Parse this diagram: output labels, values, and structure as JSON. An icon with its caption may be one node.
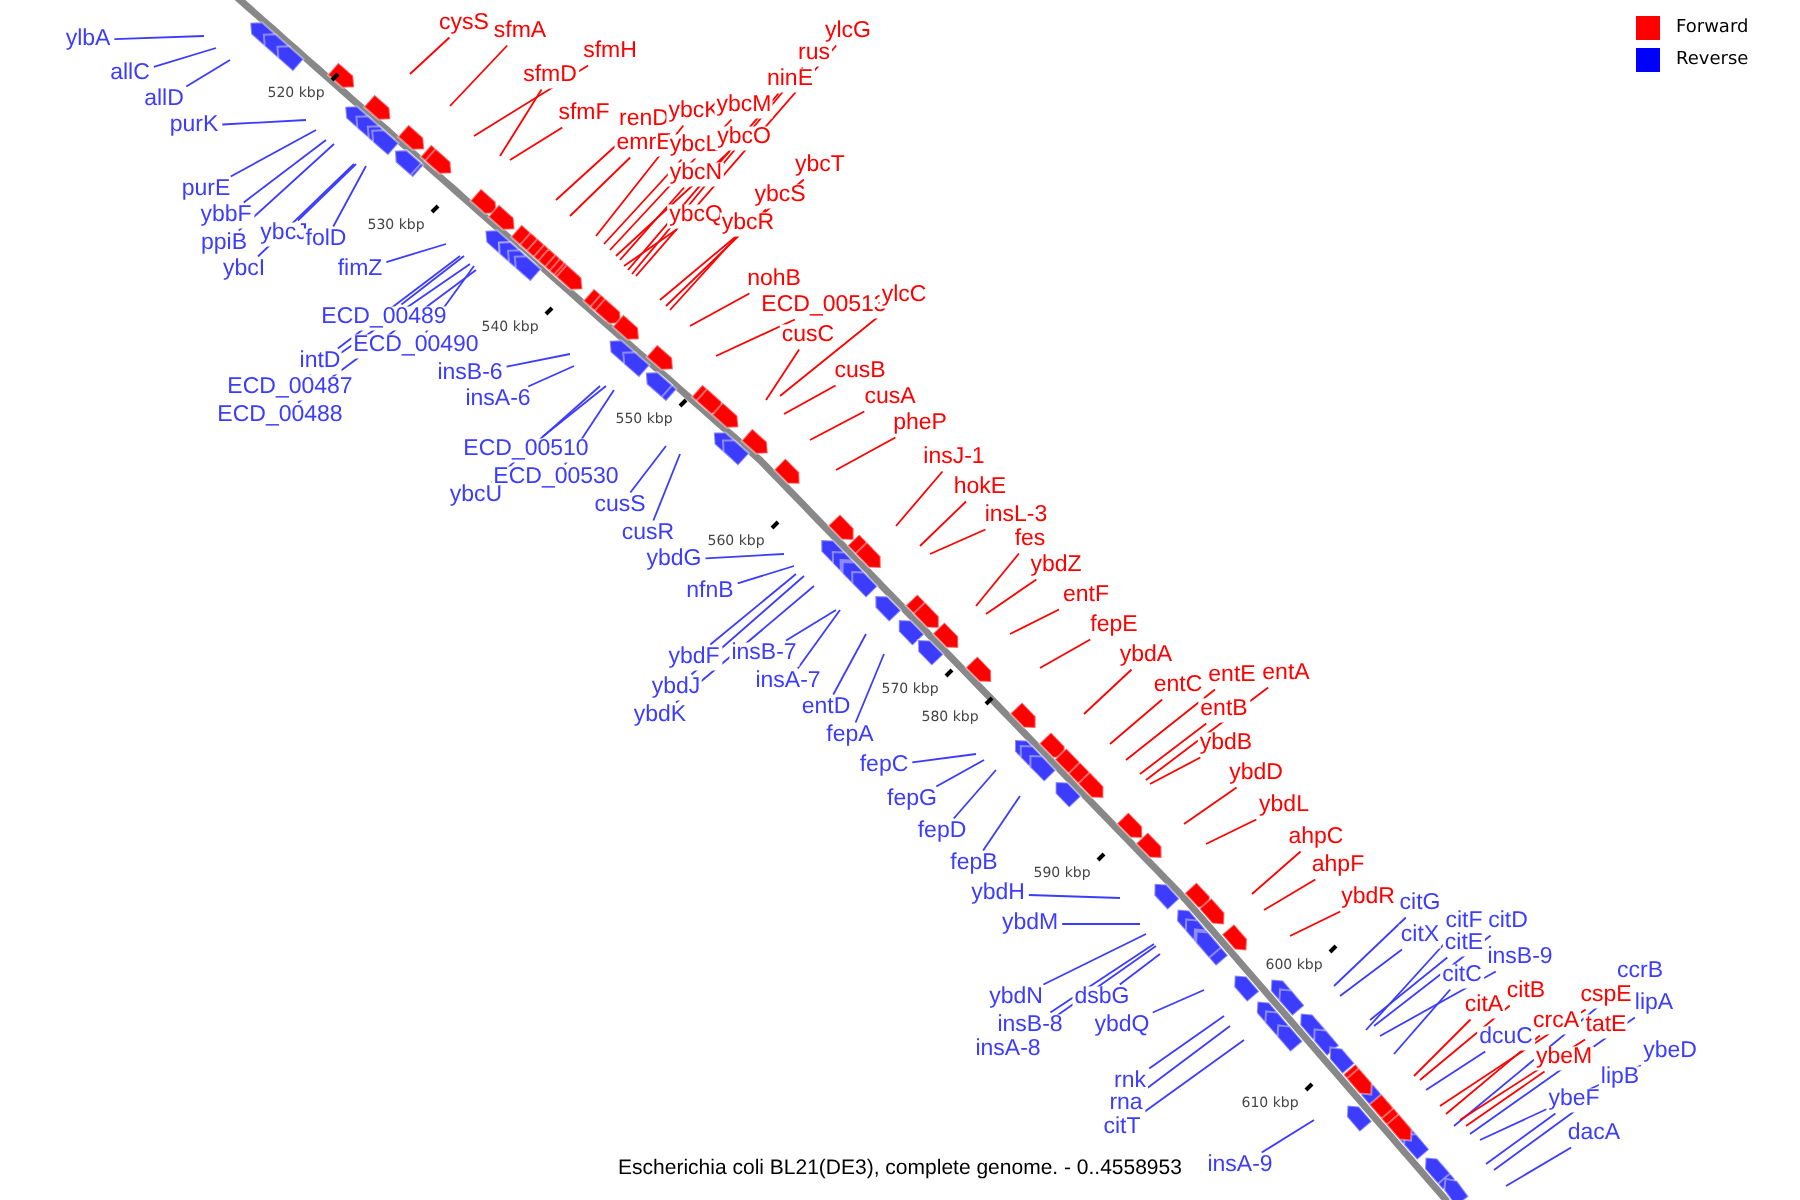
{
  "diagram": {
    "caption": "Escherichia coli BL21(DE3), complete genome. - 0..4558953",
    "nodes": [
      {
        "text": [
          "ylbA"
        ]
      },
      {
        "text": [
          "allC"
        ]
      },
      {
        "text": [
          "allD"
        ]
      },
      {
        "text": [
          "purK"
        ]
      },
      {
        "text": [
          "purE"
        ]
      },
      {
        "text": [
          "ybbF"
        ]
      },
      {
        "text": [
          "ppiB"
        ]
      },
      {
        "text": [
          "ybcJ"
        ]
      },
      {
        "text": [
          "folD"
        ]
      },
      {
        "text": [
          "ybcI"
        ]
      },
      {
        "text": [
          "fimZ"
        ]
      },
      {
        "text": [
          "ECD_00489"
        ]
      },
      {
        "text": [
          "ECD_00490"
        ]
      },
      {
        "text": [
          "intD"
        ]
      },
      {
        "text": [
          "ECD_00487"
        ]
      },
      {
        "text": [
          "ECD_00488"
        ]
      },
      {
        "text": [
          "insB-6"
        ]
      },
      {
        "text": [
          "insA-6"
        ]
      },
      {
        "text": [
          "ECD_00510"
        ]
      },
      {
        "text": [
          "ECD_00530"
        ]
      },
      {
        "text": [
          "ybcU"
        ]
      },
      {
        "text": [
          "cusS"
        ]
      },
      {
        "text": [
          "cusR"
        ]
      },
      {
        "text": [
          "ybdG"
        ]
      },
      {
        "text": [
          "nfnB"
        ]
      },
      {
        "text": [
          "ybdF"
        ]
      },
      {
        "text": [
          "insB-7"
        ]
      },
      {
        "text": [
          "ybdJ"
        ]
      },
      {
        "text": [
          "insA-7"
        ]
      },
      {
        "text": [
          "entD"
        ]
      },
      {
        "text": [
          "ybdK"
        ]
      },
      {
        "text": [
          "fepA"
        ]
      },
      {
        "text": [
          "fepC"
        ]
      },
      {
        "text": [
          "fepG"
        ]
      },
      {
        "text": [
          "fepD"
        ]
      },
      {
        "text": [
          "fepB"
        ]
      },
      {
        "text": [
          "ybdH"
        ]
      },
      {
        "text": [
          "ybdM"
        ]
      },
      {
        "text": [
          "ybdN"
        ]
      },
      {
        "text": [
          "dsbG"
        ]
      },
      {
        "text": [
          "insB-8"
        ]
      },
      {
        "text": [
          "insA-8"
        ]
      },
      {
        "text": [
          "ybdQ"
        ]
      },
      {
        "text": [
          "rnk"
        ]
      },
      {
        "text": [
          "rna"
        ]
      },
      {
        "text": [
          "citT"
        ]
      },
      {
        "text": [
          "insA-9"
        ]
      },
      {
        "text": [
          "citG"
        ]
      },
      {
        "text": [
          "citX"
        ]
      },
      {
        "text": [
          "citF"
        ]
      },
      {
        "text": [
          "citD"
        ]
      },
      {
        "text": [
          "citE"
        ]
      },
      {
        "text": [
          "insB-9"
        ]
      },
      {
        "text": [
          "citC"
        ]
      },
      {
        "text": [
          "dcuC"
        ]
      },
      {
        "text": [
          "ccrB"
        ]
      },
      {
        "text": [
          "lipA"
        ]
      },
      {
        "text": [
          "ybeD"
        ]
      },
      {
        "text": [
          "lipB"
        ]
      },
      {
        "text": [
          "ybeF"
        ]
      },
      {
        "text": [
          "dacA"
        ]
      },
      {
        "text": [
          "cysS"
        ]
      },
      {
        "text": [
          "sfmA"
        ]
      },
      {
        "text": [
          "sfmH"
        ]
      },
      {
        "text": [
          "sfmD"
        ]
      },
      {
        "text": [
          "sfmF"
        ]
      },
      {
        "text": [
          "renD"
        ]
      },
      {
        "text": [
          "emrE"
        ]
      },
      {
        "text": [
          "ybcK"
        ]
      },
      {
        "text": [
          "ybcL"
        ]
      },
      {
        "text": [
          "ybcM"
        ]
      },
      {
        "text": [
          "ybcO"
        ]
      },
      {
        "text": [
          "ybcN"
        ]
      },
      {
        "text": [
          "ybcQ"
        ]
      },
      {
        "text": [
          "ninE"
        ]
      },
      {
        "text": [
          "rus"
        ]
      },
      {
        "text": [
          "ylcG"
        ]
      },
      {
        "text": [
          "ybcT"
        ]
      },
      {
        "text": [
          "ybcS"
        ]
      },
      {
        "text": [
          "ybcR"
        ]
      },
      {
        "text": [
          "nohB"
        ]
      },
      {
        "text": [
          "ECD_00513"
        ]
      },
      {
        "text": [
          "ylcC"
        ]
      },
      {
        "text": [
          "cusC"
        ]
      },
      {
        "text": [
          "cusB"
        ]
      },
      {
        "text": [
          "cusA"
        ]
      },
      {
        "text": [
          "pheP"
        ]
      },
      {
        "text": [
          "insJ-1"
        ]
      },
      {
        "text": [
          "hokE"
        ]
      },
      {
        "text": [
          "insL-3"
        ]
      },
      {
        "text": [
          "fes"
        ]
      },
      {
        "text": [
          "ybdZ"
        ]
      },
      {
        "text": [
          "entF"
        ]
      },
      {
        "text": [
          "fepE"
        ]
      },
      {
        "text": [
          "ybdA"
        ]
      },
      {
        "text": [
          "entC"
        ]
      },
      {
        "text": [
          "entE"
        ]
      },
      {
        "text": [
          "entA"
        ]
      },
      {
        "text": [
          "entB"
        ]
      },
      {
        "text": [
          "ybdB"
        ]
      },
      {
        "text": [
          "ybdD"
        ]
      },
      {
        "text": [
          "ybdL"
        ]
      },
      {
        "text": [
          "ahpC"
        ]
      },
      {
        "text": [
          "ahpF"
        ]
      },
      {
        "text": [
          "ybdR"
        ]
      },
      {
        "text": [
          "citA"
        ]
      },
      {
        "text": [
          "citB"
        ]
      },
      {
        "text": [
          "crcA"
        ]
      },
      {
        "text": [
          "cspE"
        ]
      },
      {
        "text": [
          "tatE"
        ]
      },
      {
        "text": [
          "ybeM"
        ]
      }
    ],
    "edges": [
      {
        "from": 0,
        "to": null,
        "arrow": "none"
      },
      {
        "from": 1,
        "to": null,
        "arrow": "none"
      },
      {
        "from": 2,
        "to": null,
        "arrow": "none"
      },
      {
        "from": 3,
        "to": null,
        "arrow": "none"
      },
      {
        "from": 4,
        "to": null,
        "arrow": "none"
      },
      {
        "from": 5,
        "to": null,
        "arrow": "none"
      },
      {
        "from": 6,
        "to": null,
        "arrow": "none"
      },
      {
        "from": 7,
        "to": null,
        "arrow": "none"
      },
      {
        "from": 8,
        "to": null,
        "arrow": "none"
      },
      {
        "from": 9,
        "to": null,
        "arrow": "none"
      },
      {
        "from": 10,
        "to": null,
        "arrow": "none"
      },
      {
        "from": 11,
        "to": null,
        "arrow": "none"
      },
      {
        "from": 12,
        "to": null,
        "arrow": "none"
      },
      {
        "from": 13,
        "to": null,
        "arrow": "none"
      },
      {
        "from": 14,
        "to": null,
        "arrow": "none"
      },
      {
        "from": 15,
        "to": null,
        "arrow": "none"
      },
      {
        "from": 16,
        "to": null,
        "arrow": "none"
      },
      {
        "from": 17,
        "to": null,
        "arrow": "none"
      },
      {
        "from": 18,
        "to": null,
        "arrow": "none"
      },
      {
        "from": 19,
        "to": null,
        "arrow": "none"
      },
      {
        "from": 20,
        "to": null,
        "arrow": "none"
      },
      {
        "from": 21,
        "to": null,
        "arrow": "none"
      },
      {
        "from": 22,
        "to": null,
        "arrow": "none"
      },
      {
        "from": 23,
        "to": null,
        "arrow": "none"
      },
      {
        "from": 24,
        "to": null,
        "arrow": "none"
      },
      {
        "from": 25,
        "to": null,
        "arrow": "none"
      },
      {
        "from": 26,
        "to": null,
        "arrow": "none"
      },
      {
        "from": 27,
        "to": null,
        "arrow": "none"
      },
      {
        "from": 28,
        "to": null,
        "arrow": "none"
      },
      {
        "from": 29,
        "to": null,
        "arrow": "none"
      },
      {
        "from": 30,
        "to": null,
        "arrow": "none"
      },
      {
        "from": 31,
        "to": null,
        "arrow": "none"
      },
      {
        "from": 32,
        "to": null,
        "arrow": "none"
      },
      {
        "from": 33,
        "to": null,
        "arrow": "none"
      },
      {
        "from": 34,
        "to": null,
        "arrow": "none"
      },
      {
        "from": 35,
        "to": null,
        "arrow": "none"
      },
      {
        "from": 36,
        "to": null,
        "arrow": "none"
      },
      {
        "from": 37,
        "to": null,
        "arrow": "none"
      },
      {
        "from": 38,
        "to": null,
        "arrow": "none"
      },
      {
        "from": 39,
        "to": null,
        "arrow": "none"
      },
      {
        "from": 40,
        "to": null,
        "arrow": "none"
      },
      {
        "from": 41,
        "to": null,
        "arrow": "none"
      },
      {
        "from": 42,
        "to": null,
        "arrow": "none"
      },
      {
        "from": 43,
        "to": null,
        "arrow": "none"
      },
      {
        "from": 44,
        "to": null,
        "arrow": "none"
      },
      {
        "from": 45,
        "to": null,
        "arrow": "none"
      },
      {
        "from": 46,
        "to": null,
        "arrow": "none"
      },
      {
        "from": 47,
        "to": null,
        "arrow": "none"
      },
      {
        "from": 48,
        "to": null,
        "arrow": "none"
      },
      {
        "from": 49,
        "to": null,
        "arrow": "none"
      },
      {
        "from": 50,
        "to": null,
        "arrow": "none"
      },
      {
        "from": 51,
        "to": null,
        "arrow": "none"
      },
      {
        "from": 52,
        "to": null,
        "arrow": "none"
      },
      {
        "from": 53,
        "to": null,
        "arrow": "none"
      },
      {
        "from": 54,
        "to": null,
        "arrow": "none"
      },
      {
        "from": 55,
        "to": null,
        "arrow": "none"
      },
      {
        "from": 56,
        "to": null,
        "arrow": "none"
      },
      {
        "from": 57,
        "to": null,
        "arrow": "none"
      },
      {
        "from": 58,
        "to": null,
        "arrow": "none"
      },
      {
        "from": 59,
        "to": null,
        "arrow": "none"
      },
      {
        "from": 60,
        "to": null,
        "arrow": "none"
      },
      {
        "from": 61,
        "to": null,
        "arrow": "none",
        "color": "#ff0000"
      },
      {
        "from": 62,
        "to": null,
        "arrow": "none",
        "color": "#ff0000"
      },
      {
        "from": 63,
        "to": null,
        "arrow": "none",
        "color": "#ff0000"
      },
      {
        "from": 64,
        "to": null,
        "arrow": "none",
        "color": "#ff0000"
      },
      {
        "from": 65,
        "to": null,
        "arrow": "none",
        "color": "#ff0000"
      },
      {
        "from": 66,
        "to": null,
        "arrow": "none",
        "color": "#ff0000"
      },
      {
        "from": 67,
        "to": null,
        "arrow": "none",
        "color": "#ff0000"
      },
      {
        "from": 68,
        "to": null,
        "arrow": "none",
        "color": "#ff0000"
      },
      {
        "from": 69,
        "to": null,
        "arrow": "none",
        "color": "#ff0000"
      },
      {
        "from": 70,
        "to": null,
        "arrow": "none",
        "color": "#ff0000"
      },
      {
        "from": 71,
        "to": null,
        "arrow": "none",
        "color": "#ff0000"
      },
      {
        "from": 72,
        "to": null,
        "arrow": "none",
        "color": "#ff0000"
      },
      {
        "from": 73,
        "to": null,
        "arrow": "none",
        "color": "#ff0000"
      },
      {
        "from": 74,
        "to": null,
        "arrow": "none",
        "color": "#ff0000"
      },
      {
        "from": 75,
        "to": null,
        "arrow": "none",
        "color": "#ff0000"
      },
      {
        "from": 76,
        "to": null,
        "arrow": "none",
        "color": "#ff0000"
      },
      {
        "from": 77,
        "to": null,
        "arrow": "none",
        "color": "#ff0000"
      },
      {
        "from": 78,
        "to": null,
        "arrow": "none",
        "color": "#ff0000"
      },
      {
        "from": 79,
        "to": null,
        "arrow": "none",
        "color": "#ff0000"
      },
      {
        "from": 80,
        "to": null,
        "arrow": "none",
        "color": "#ff0000"
      },
      {
        "from": 81,
        "to": null,
        "arrow": "none",
        "color": "#ff0000"
      },
      {
        "from": 82,
        "to": null,
        "arrow": "none",
        "color": "#ff0000"
      },
      {
        "from": 83,
        "to": null,
        "arrow": "none",
        "color": "#ff0000"
      },
      {
        "from": 84,
        "to": null,
        "arrow": "none",
        "color": "#ff0000"
      },
      {
        "from": 85,
        "to": null,
        "arrow": "none",
        "color": "#ff0000"
      },
      {
        "from": 86,
        "to": null,
        "arrow": "none",
        "color": "#ff0000"
      },
      {
        "from": 87,
        "to": null,
        "arrow": "none",
        "color": "#ff0000"
      },
      {
        "from": 88,
        "to": null,
        "arrow": "none",
        "color": "#ff0000"
      },
      {
        "from": 89,
        "to": null,
        "arrow": "none",
        "color": "#ff0000"
      },
      {
        "from": 90,
        "to": null,
        "arrow": "none",
        "color": "#ff0000"
      },
      {
        "from": 91,
        "to": null,
        "arrow": "none",
        "color": "#ff0000"
      },
      {
        "from": 92,
        "to": null,
        "arrow": "none",
        "color": "#ff0000"
      },
      {
        "from": 93,
        "to": null,
        "arrow": "none",
        "color": "#ff0000"
      },
      {
        "from": 94,
        "to": null,
        "arrow": "none",
        "color": "#ff0000"
      },
      {
        "from": 95,
        "to": null,
        "arrow": "none",
        "color": "#ff0000"
      },
      {
        "from": 96,
        "to": null,
        "arrow": "none",
        "color": "#ff0000"
      },
      {
        "from": 97,
        "to": null,
        "arrow": "none",
        "color": "#ff0000"
      },
      {
        "from": 98,
        "to": null,
        "arrow": "none",
        "color": "#ff0000"
      },
      {
        "from": 99,
        "to": null,
        "arrow": "none",
        "color": "#ff0000"
      },
      {
        "from": 100,
        "to": null,
        "arrow": "none",
        "color": "#ff0000"
      },
      {
        "from": 101,
        "to": null,
        "arrow": "none",
        "color": "#ff0000"
      },
      {
        "from": 102,
        "to": null,
        "arrow": "none",
        "color": "#ff0000"
      },
      {
        "from": 103,
        "to": null,
        "arrow": "none",
        "color": "#ff0000"
      },
      {
        "from": 104,
        "to": null,
        "arrow": "none",
        "color": "#ff0000"
      },
      {
        "from": 105,
        "to": null,
        "arrow": "none",
        "color": "#ff0000"
      },
      {
        "from": 106,
        "to": null,
        "arrow": "none",
        "color": "#ff0000"
      },
      {
        "from": 107,
        "to": null,
        "arrow": "none",
        "color": "#ff0000"
      },
      {
        "from": 108,
        "to": null,
        "arrow": "none",
        "color": "#ff0000"
      },
      {
        "from": 109,
        "to": null,
        "arrow": "none",
        "color": "#ff0000"
      },
      {
        "from": 110,
        "to": null,
        "arrow": "none",
        "color": "#ff0000"
      }
    ],
    "labels": [
      "520 kbp",
      "530 kbp",
      "540 kbp",
      "550 kbp",
      "560 kbp",
      "570 kbp",
      "580 kbp",
      "590 kbp",
      "600 kbp",
      "610 kbp"
    ],
    "legend": [
      {
        "text": "Forward",
        "color": "#ff0000"
      },
      {
        "text": "Reverse",
        "color": "#0000ff"
      }
    ]
  }
}
